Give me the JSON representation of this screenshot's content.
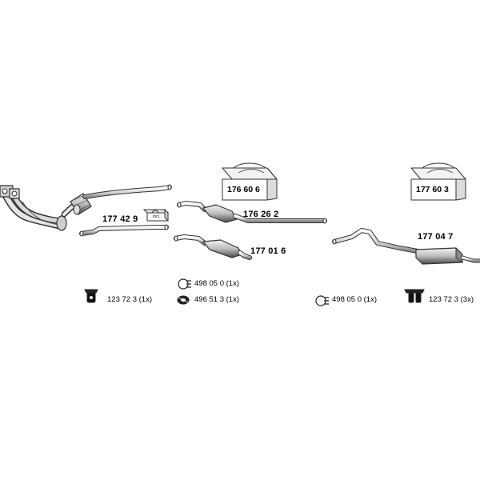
{
  "parts": {
    "front_pipe_label": "177 42 9",
    "incl_tag": "Incl.",
    "middle_silencer_a": "176 26 2",
    "middle_silencer_b": "177 01 6",
    "rear_silencer": "177 04 7"
  },
  "kits": {
    "kit_left": "176 60 6",
    "kit_right": "177 60 3"
  },
  "accessories": {
    "hanger_left": "123 72 3 (1x)",
    "clamp_mid_top": "498 05 0 (1x)",
    "ring_mid_bottom": "496 51 3 (1x)",
    "clamp_right": "498 05 0 (1x)",
    "hanger_right": "123 72 3 (3x)"
  }
}
